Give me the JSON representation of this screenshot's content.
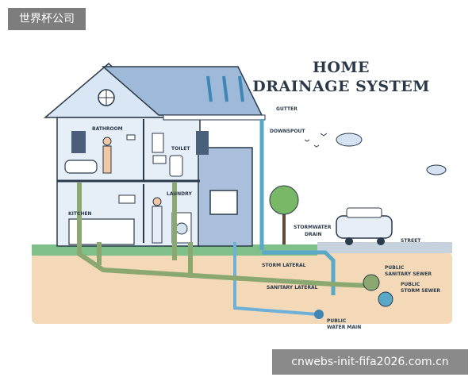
{
  "badge": "世界杯公司",
  "title": {
    "line1": "HOME",
    "line2": "DRAINAGE SYSTEM"
  },
  "labels": {
    "gutter": "GUTTER",
    "downspout": "DOWNSPOUT",
    "bathroom": "BATHROOM",
    "toilet": "TOILET",
    "laundry": "LAUNDRY",
    "kitchen": "KITCHEN",
    "stormwater_drain_1": "STORMWATER",
    "stormwater_drain_2": "DRAIN",
    "street": "STREET",
    "storm_lateral": "STORM LATERAL",
    "sanitary_lateral": "SANITARY LATERAL",
    "public_sanitary_sewer_1": "PUBLIC",
    "public_sanitary_sewer_2": "SANITARY SEWER",
    "public_storm_sewer_1": "PUBLIC",
    "public_storm_sewer_2": "STORM SEWER",
    "public_water_main_1": "PUBLIC",
    "public_water_main_2": "WATER MAIN"
  },
  "footer": "cnwebs-init-fifa2026.com.cn",
  "colors": {
    "house_light": "#d4e2f2",
    "house_mid": "#9fb9d9",
    "storm_pipe": "#5aa8c8",
    "sanitary_pipe": "#8aa870",
    "water_pipe": "#6fb0d8",
    "ground": "#f3d9b8",
    "grass": "#7fc08a",
    "outline": "#2b3a4a"
  }
}
